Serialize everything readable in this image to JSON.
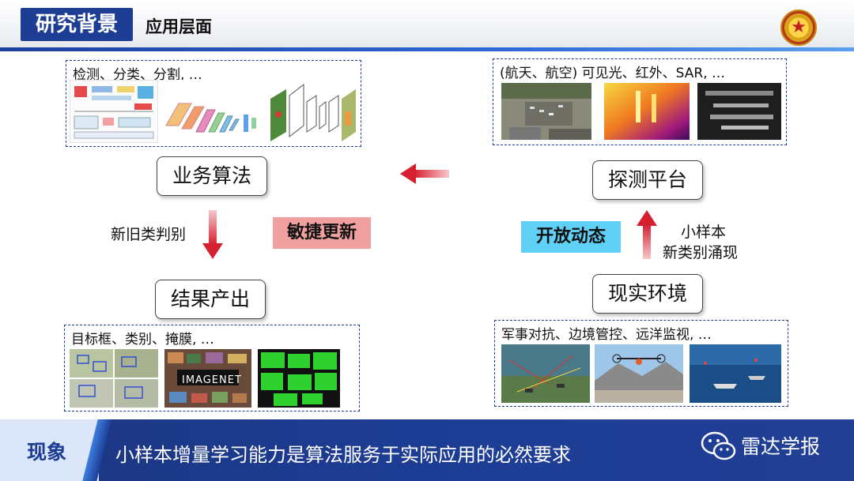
{
  "header": {
    "title": "研究背景",
    "subtitle": "应用层面",
    "emblem_icon": "university-emblem-icon"
  },
  "left": {
    "top_panel_label": "检测、分类、分割, …",
    "algorithm_box": "业务算法",
    "judge_caption": "新旧类判别",
    "result_box": "结果产出",
    "bottom_panel_label": "目标框、类别、掩膜, …",
    "imagenet_text": "IMAGENET"
  },
  "center": {
    "agile_update": "敏捷更新",
    "open_dynamic": "开放动态"
  },
  "right": {
    "top_panel_label": "(航天、航空) 可见光、红外、SAR, …",
    "platform_box": "探测平台",
    "emerge_caption_line1": "小样本",
    "emerge_caption_line2": "新类别涌现",
    "env_box": "现实环境",
    "bottom_panel_label": "军事对抗、边境管控、远洋监视, …"
  },
  "footer": {
    "tab_label": "现象",
    "statement": "小样本增量学习能力是算法服务于实际应用的必然要求",
    "journal_name": "雷达学报",
    "wechat_icon": "wechat-icon"
  },
  "colors": {
    "accent": "#1d3d95",
    "arrow_red": "#d6202f",
    "highlight_red": "#f1a0a0",
    "highlight_cyan": "#5fd0f6"
  }
}
